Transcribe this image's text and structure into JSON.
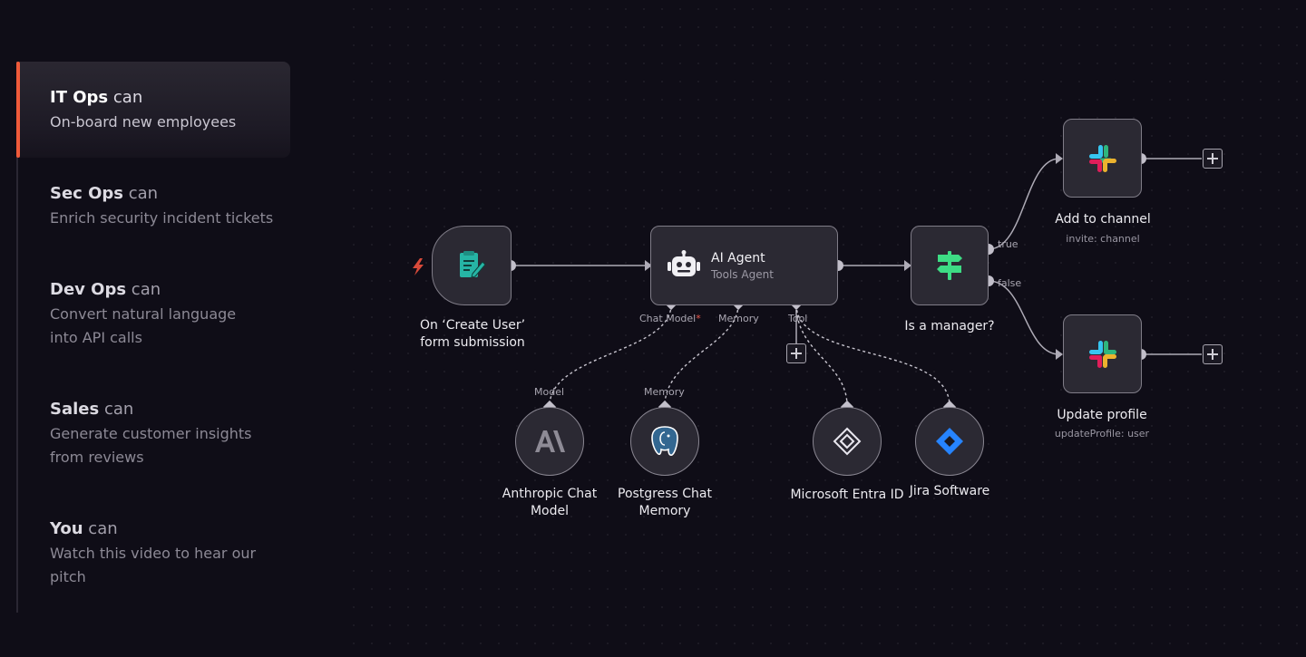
{
  "use_cases": [
    {
      "team": "IT Ops",
      "can": "can",
      "desc": "On-board new employees"
    },
    {
      "team": "Sec Ops",
      "can": "can",
      "desc": "Enrich security incident tickets"
    },
    {
      "team": "Dev Ops",
      "can": "can",
      "desc": "Convert natural language into API calls"
    },
    {
      "team": "Sales",
      "can": "can",
      "desc": "Generate customer insights from reviews"
    },
    {
      "team": "You",
      "can": "can",
      "desc": "Watch this video to hear our pitch"
    }
  ],
  "workflow": {
    "trigger": {
      "label": "On ‘Create User’ form submission",
      "icon": "form-pencil-icon"
    },
    "agent": {
      "title": "AI Agent",
      "subtitle": "Tools Agent",
      "icon": "robot-icon",
      "ports": {
        "chat_model": "Chat Model",
        "required_mark": "*",
        "memory": "Memory",
        "tool": "Tool"
      }
    },
    "condition": {
      "label": "Is a manager?",
      "icon": "signpost-icon",
      "true_label": "true",
      "false_label": "false"
    },
    "add_channel": {
      "label": "Add to channel",
      "sublabel": "invite: channel",
      "icon": "slack-icon"
    },
    "update_profile": {
      "label": "Update profile",
      "sublabel": "updateProfile: user",
      "icon": "slack-icon"
    },
    "model_node": {
      "port": "Model",
      "label": "Anthropic Chat Model",
      "icon": "anthropic-icon"
    },
    "memory_node": {
      "port": "Memory",
      "label": "Postgress Chat Memory",
      "icon": "postgres-icon"
    },
    "entra_node": {
      "label": "Microsoft Entra ID",
      "icon": "entra-icon"
    },
    "jira_node": {
      "label": "Jira Software",
      "icon": "jira-icon"
    }
  },
  "colors": {
    "accent": "#ef5a3a",
    "background": "#0f0d17",
    "node": "#2b2933",
    "signpost": "#3ddc84",
    "jira": "#2684ff"
  }
}
